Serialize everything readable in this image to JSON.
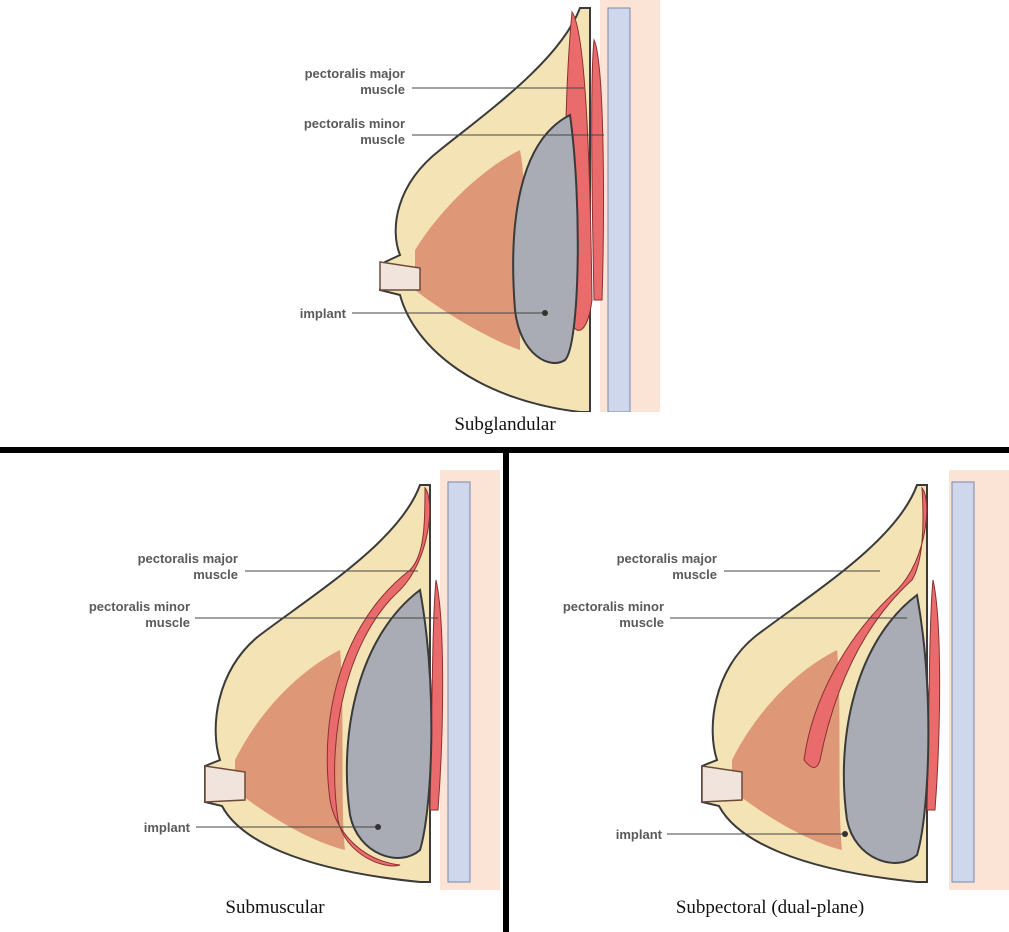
{
  "diagrams": {
    "subglandular": {
      "caption": "Subglandular",
      "labels": {
        "pect_major_1": "pectoralis major",
        "pect_major_2": "muscle",
        "pect_minor_1": "pectoralis minor",
        "pect_minor_2": "muscle",
        "implant": "implant"
      }
    },
    "submuscular": {
      "caption": "Submuscular",
      "labels": {
        "pect_major_1": "pectoralis major",
        "pect_major_2": "muscle",
        "pect_minor_1": "pectoralis minor",
        "pect_minor_2": "muscle",
        "implant": "implant"
      }
    },
    "subpectoral": {
      "caption": "Subpectoral (dual-plane)",
      "labels": {
        "pect_major_1": "pectoralis major",
        "pect_major_2": "muscle",
        "pect_minor_1": "pectoralis minor",
        "pect_minor_2": "muscle",
        "implant": "implant"
      }
    }
  },
  "colors": {
    "skin_bg": "#fbe3d6",
    "fat": "#f4e3b5",
    "gland": "#d98b6c",
    "muscle": "#ea6b6b",
    "implant": "#a9acb4",
    "rib": "#cfd7ec"
  }
}
